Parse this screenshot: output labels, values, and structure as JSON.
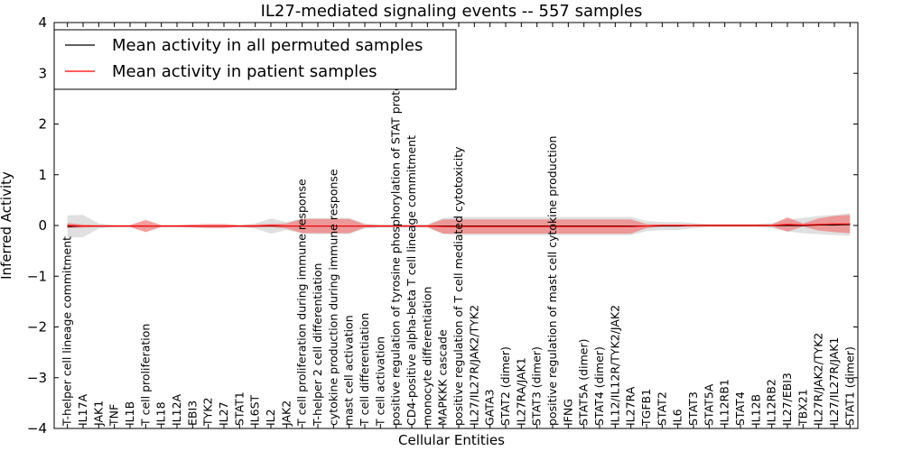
{
  "chart_data": {
    "type": "line",
    "title": "IL27-mediated signaling events -- 557 samples",
    "xlabel": "Cellular Entities",
    "ylabel": "Inferred Activity",
    "ylim": [
      -4,
      4
    ],
    "yticks": [
      "−4",
      "−3",
      "−2",
      "−1",
      "0",
      "1",
      "2",
      "3",
      "4"
    ],
    "grid": false,
    "legend": {
      "placement": "top-left",
      "entries": [
        {
          "label": "Mean activity in all permuted samples",
          "color": "#000000"
        },
        {
          "label": "Mean activity in patient samples",
          "color": "#ff0000"
        }
      ]
    },
    "categories": [
      "T-helper cell lineage commitment",
      "IL17A",
      "JAK1",
      "TNF",
      "IL1B",
      "T cell proliferation",
      "IL18",
      "IL12A",
      "EBI3",
      "TYK2",
      "IL27",
      "STAT1",
      "IL6ST",
      "IL2",
      "JAK2",
      "T cell proliferation during immune response",
      "T-helper 2 cell differentiation",
      "cytokine production during immune response",
      "mast cell activation",
      "T cell differentiation",
      "T cell activation",
      "positive regulation of tyrosine phosphorylation of STAT protein",
      "CD4-positive alpha-beta T cell lineage commitment",
      "monocyte differentiation",
      "MAPKKK cascade",
      "positive regulation of T cell mediated cytotoxicity",
      "IL27/IL27R/JAK2/TYK2",
      "GATA3",
      "STAT2 (dimer)",
      "IL27RA/JAK1",
      "STAT3 (dimer)",
      "positive regulation of mast cell cytokine production",
      "IFNG",
      "STAT5A (dimer)",
      "STAT4 (dimer)",
      "IL12/IL12R/TYK2/JAK2",
      "IL27RA",
      "TGFB1",
      "STAT2",
      "IL6",
      "STAT3",
      "STAT5A",
      "IL12RB1",
      "STAT4",
      "IL12B",
      "IL12RB2",
      "IL27/EBI3",
      "TBX21",
      "IL27R/JAK2/TYK2",
      "IL27/IL27R/JAK1",
      "STAT1 (dimer)"
    ],
    "series": [
      {
        "name": "Mean activity in all permuted samples",
        "color": "#000000",
        "band_color": "#cccccc",
        "values": [
          -0.02,
          -0.01,
          -0.01,
          -0.01,
          -0.01,
          -0.01,
          -0.01,
          -0.01,
          -0.01,
          -0.01,
          -0.01,
          -0.01,
          -0.01,
          -0.01,
          -0.01,
          -0.01,
          -0.01,
          -0.01,
          -0.01,
          -0.01,
          -0.01,
          -0.01,
          -0.01,
          -0.01,
          -0.01,
          -0.01,
          -0.01,
          -0.01,
          -0.01,
          -0.01,
          -0.01,
          -0.01,
          -0.01,
          -0.01,
          -0.01,
          -0.01,
          -0.01,
          -0.01,
          -0.01,
          -0.01,
          0.0,
          0.0,
          0.0,
          0.0,
          0.0,
          0.0,
          0.0,
          0.0,
          0.01,
          0.01,
          0.02
        ],
        "band": [
          0.22,
          0.22,
          0.05,
          0.02,
          0.02,
          0.05,
          0.02,
          0.02,
          0.02,
          0.02,
          0.02,
          0.02,
          0.05,
          0.15,
          0.08,
          0.15,
          0.16,
          0.16,
          0.16,
          0.05,
          0.03,
          0.03,
          0.03,
          0.03,
          0.16,
          0.18,
          0.18,
          0.18,
          0.18,
          0.18,
          0.18,
          0.18,
          0.18,
          0.18,
          0.18,
          0.18,
          0.18,
          0.1,
          0.08,
          0.08,
          0.05,
          0.03,
          0.03,
          0.03,
          0.03,
          0.05,
          0.12,
          0.15,
          0.18,
          0.2,
          0.22
        ]
      },
      {
        "name": "Mean activity in patient samples",
        "color": "#ff0000",
        "band_color": "#f08080",
        "values": [
          0.0,
          -0.01,
          -0.01,
          -0.01,
          -0.01,
          -0.01,
          -0.01,
          -0.01,
          -0.01,
          -0.01,
          -0.01,
          -0.01,
          -0.01,
          0.0,
          -0.01,
          -0.01,
          -0.01,
          -0.01,
          -0.01,
          -0.01,
          -0.01,
          -0.01,
          -0.01,
          -0.01,
          -0.02,
          -0.02,
          -0.02,
          -0.02,
          -0.02,
          -0.02,
          -0.02,
          -0.02,
          -0.02,
          -0.02,
          -0.02,
          -0.02,
          -0.02,
          -0.01,
          0.0,
          0.0,
          0.0,
          0.0,
          0.0,
          0.0,
          0.0,
          0.0,
          0.02,
          0.01,
          0.02,
          0.03,
          0.03
        ],
        "band": [
          0.05,
          0.03,
          0.02,
          0.02,
          0.02,
          0.12,
          0.02,
          0.02,
          0.03,
          0.04,
          0.04,
          0.02,
          0.03,
          0.03,
          0.05,
          0.14,
          0.14,
          0.14,
          0.14,
          0.03,
          0.02,
          0.02,
          0.02,
          0.02,
          0.14,
          0.14,
          0.14,
          0.14,
          0.14,
          0.14,
          0.14,
          0.14,
          0.14,
          0.14,
          0.14,
          0.14,
          0.14,
          0.04,
          0.02,
          0.02,
          0.02,
          0.02,
          0.02,
          0.02,
          0.02,
          0.02,
          0.14,
          0.03,
          0.12,
          0.16,
          0.18
        ]
      }
    ]
  }
}
